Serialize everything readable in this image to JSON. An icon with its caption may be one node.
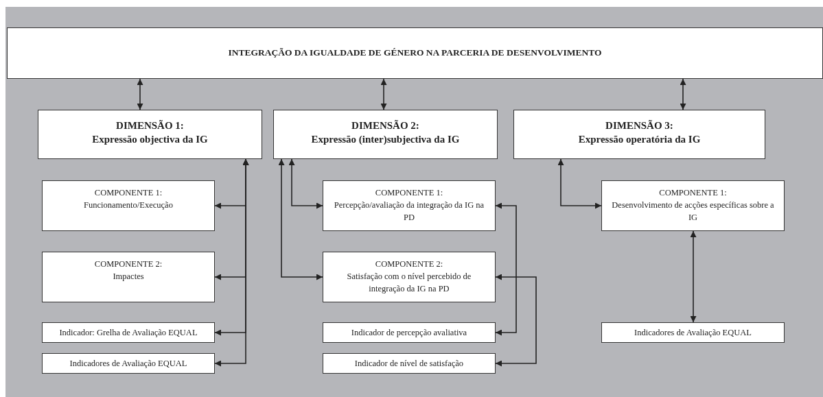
{
  "diagram": {
    "nodes": [
      {
        "text": [
          "INTEGRAÇÃO DA IGUALDADE DE GÉNERO NA PARCERIA DE DESENVOLVIMENTO"
        ]
      },
      {
        "text": [
          "DIMENSÃO 1:",
          "Expressão objectiva da IG"
        ]
      },
      {
        "text": [
          "DIMENSÃO 2:",
          "Expressão (inter)subjectiva da IG"
        ]
      },
      {
        "text": [
          "DIMENSÃO 3:",
          "Expressão operatória da IG"
        ]
      },
      {
        "text": [
          "COMPONENTE 1:",
          "Funcionamento/Execução"
        ]
      },
      {
        "text": [
          "COMPONENTE 2:",
          "Impactes"
        ]
      },
      {
        "text": [
          "Indicador: Grelha de Avaliação EQUAL"
        ]
      },
      {
        "text": [
          "Indicadores de Avaliação EQUAL"
        ]
      },
      {
        "text": [
          "COMPONENTE 1:",
          "Percepção/avaliação da integração da IG na PD"
        ]
      },
      {
        "text": [
          "COMPONENTE 2:",
          "Satisfação com o nível percebido de integração da IG na PD"
        ]
      },
      {
        "text": [
          "Indicador de percepção avaliativa"
        ]
      },
      {
        "text": [
          "Indicador de nível de satisfação"
        ]
      },
      {
        "text": [
          "COMPONENTE 1:",
          "Desenvolvimento de acções específicas sobre a IG"
        ]
      },
      {
        "text": [
          "Indicadores de Avaliação EQUAL"
        ]
      }
    ],
    "edges": [
      {
        "from": 0,
        "to": 1,
        "arrow": "both"
      },
      {
        "from": 0,
        "to": 2,
        "arrow": "both"
      },
      {
        "from": 0,
        "to": 3,
        "arrow": "both"
      },
      {
        "from": 1,
        "to": 4,
        "arrow": "both"
      },
      {
        "from": 1,
        "to": 5,
        "arrow": "both"
      },
      {
        "from": 1,
        "to": 6,
        "arrow": "both"
      },
      {
        "from": 1,
        "to": 7,
        "arrow": "both"
      },
      {
        "from": 2,
        "to": 8,
        "arrow": "both"
      },
      {
        "from": 2,
        "to": 9,
        "arrow": "both"
      },
      {
        "from": 8,
        "to": 10,
        "arrow": "both"
      },
      {
        "from": 9,
        "to": 11,
        "arrow": "both"
      },
      {
        "from": 3,
        "to": 12,
        "arrow": "both"
      },
      {
        "from": 12,
        "to": 13,
        "arrow": "both"
      }
    ]
  }
}
